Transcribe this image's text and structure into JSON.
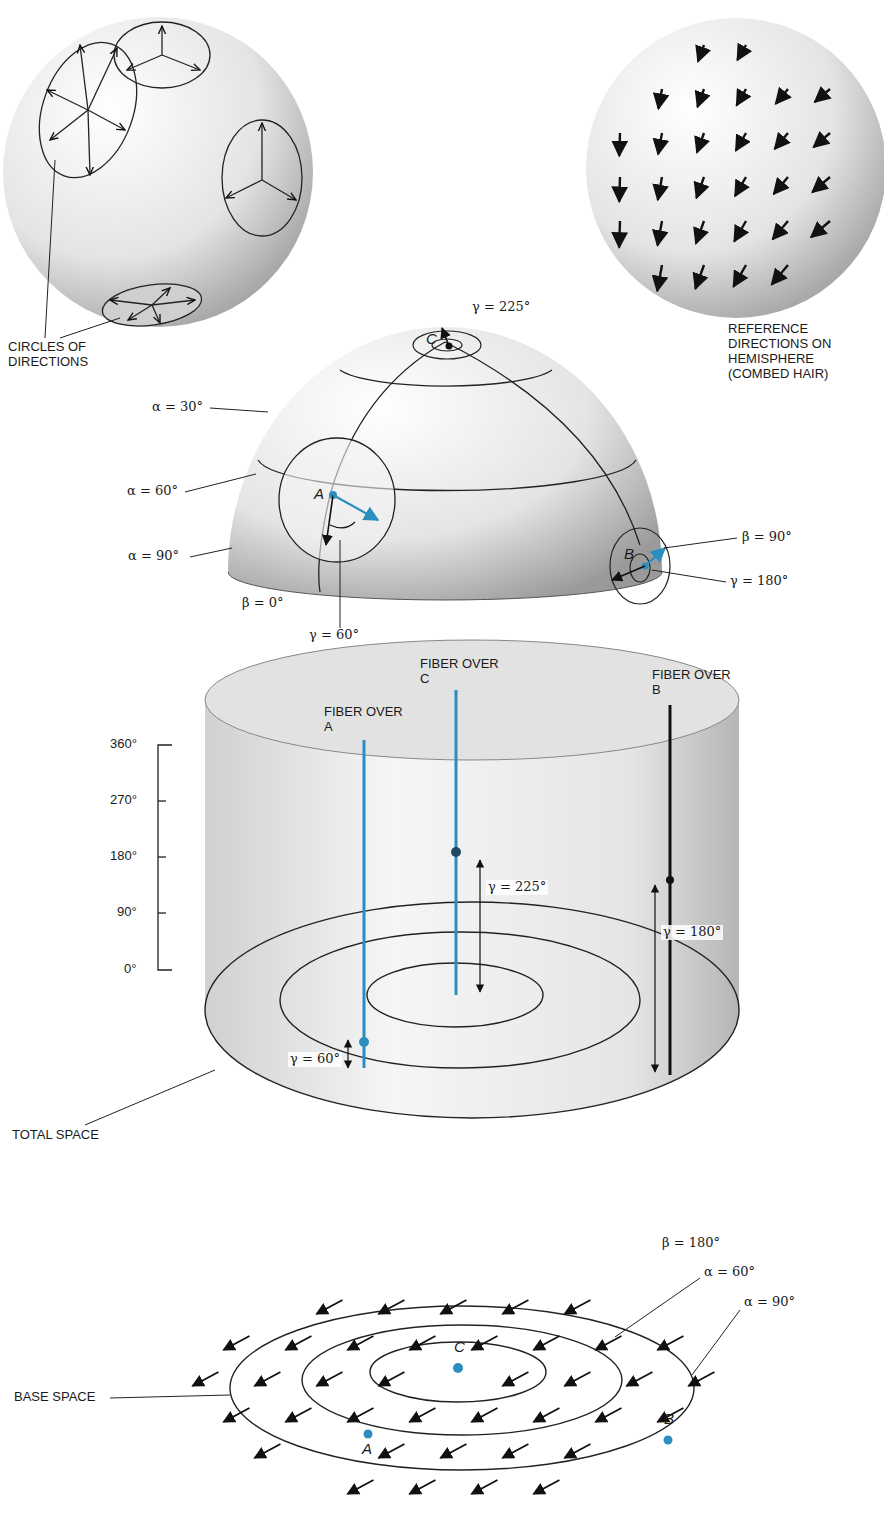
{
  "diagram": {
    "labels": [
      "CIRCLES OF DIRECTIONS",
      "REFERENCE DIRECTIONS ON HEMISPHERE (COMBED HAIR)",
      "γ = 225°",
      "C",
      "α = 30°",
      "α = 60°",
      "A",
      "β = 90°",
      "γ = 180°",
      "B",
      "α = 90°",
      "β = 0°",
      "γ = 60°",
      "360°",
      "270°",
      "180°",
      "90°",
      "0°",
      "FIBER OVER C",
      "FIBER OVER A",
      "FIBER OVER B",
      "γ = 225°",
      "γ = 180°",
      "γ = 60°",
      "TOTAL SPACE",
      "β = 180°",
      "α = 60°",
      "α = 90°",
      "C",
      "A",
      "B",
      "BASE SPACE"
    ]
  }
}
